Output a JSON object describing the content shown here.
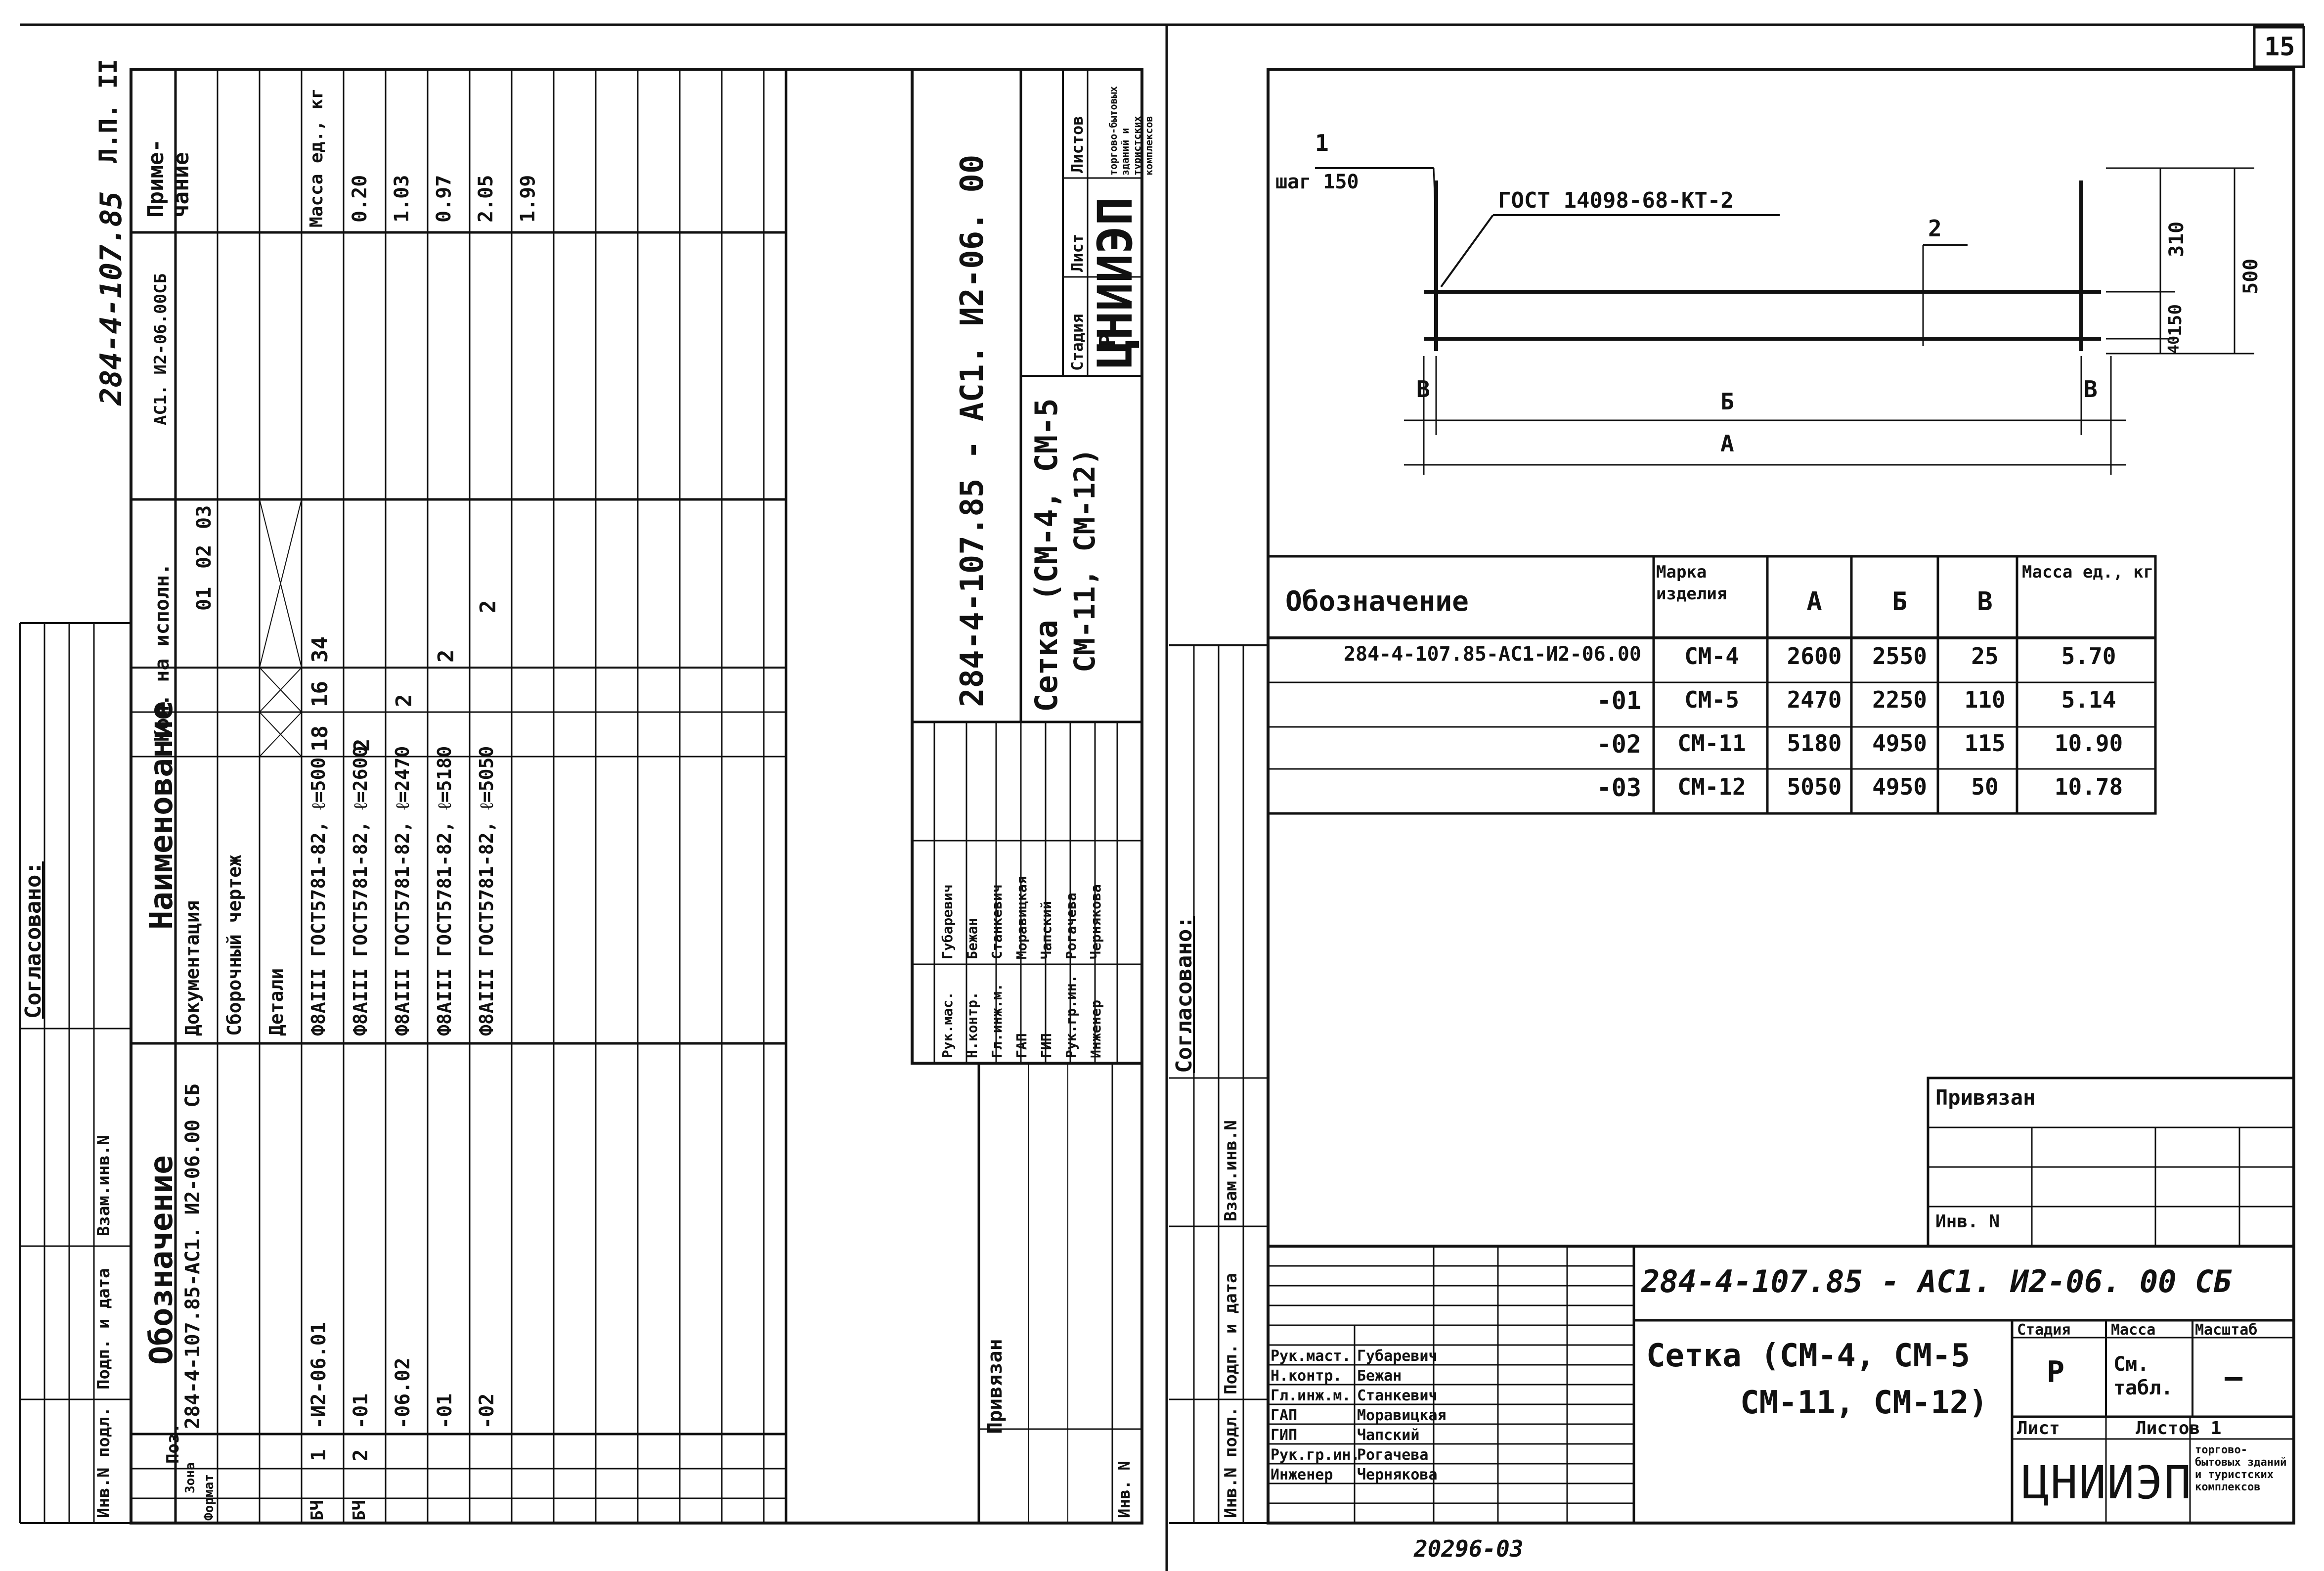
{
  "sheet_number": "15",
  "bottom_number": "20296-03",
  "left_sheet": {
    "doc_code": "284-4-107.85",
    "sheet_label": "Л.П. II",
    "columns": {
      "format": "Формат",
      "zone": "Зона",
      "pos": "Поз.",
      "designation": "Обозначение",
      "name": "Наименование",
      "qty": "Кол. на исполн.",
      "note": "Приме-чание"
    },
    "qty_variants": [
      "01",
      "02",
      "03"
    ],
    "top_designation": "АС1. И2-06.00СБ",
    "mass_header": "Масса ед., кг",
    "rows": [
      {
        "fmt": "",
        "pos": "",
        "designation": "284-4-107.85-АС1. И2-06.00 СБ",
        "name": "Документация",
        "q00": "",
        "q01": "",
        "q02": "",
        "q03": "",
        "mass": "0.20"
      },
      {
        "fmt": "",
        "pos": "",
        "designation": "",
        "name": "Сборочный чертеж",
        "q00": "",
        "q01": "",
        "q02": "",
        "q03": "",
        "mass": "1.03"
      },
      {
        "fmt": "",
        "pos": "",
        "designation": "",
        "name": "Детали",
        "q00": "",
        "q01": "",
        "q02": "",
        "q03": "",
        "mass": "0.97"
      },
      {
        "fmt": "БЧ",
        "pos": "1",
        "designation": "-И2-06.01",
        "name": "Ф8АIII ГОСТ5781-82, ℓ=500",
        "q00": "18",
        "q01": "16",
        "q02": "34",
        "q03": "",
        "mass": "2.05"
      },
      {
        "fmt": "БЧ",
        "pos": "2",
        "designation": "-01",
        "name": "Ф8АIII ГОСТ5781-82, ℓ=2600",
        "q00": "2",
        "q01": "",
        "q02": "",
        "q03": "",
        "mass": "1.99"
      },
      {
        "fmt": "",
        "pos": "",
        "designation": "-06.02",
        "name": "Ф8АIII ГОСТ5781-82, ℓ=2470",
        "q00": "",
        "q01": "2",
        "q02": "",
        "q03": "",
        "mass": ""
      },
      {
        "fmt": "",
        "pos": "",
        "designation": "-01",
        "name": "Ф8АIII ГОСТ5781-82, ℓ=5180",
        "q00": "",
        "q01": "",
        "q02": "2",
        "q03": "",
        "mass": ""
      },
      {
        "fmt": "",
        "pos": "",
        "designation": "-02",
        "name": "Ф8АIII ГОСТ5781-82, ℓ=5050",
        "q00": "",
        "q01": "",
        "q02": "",
        "q03": "2",
        "mass": ""
      }
    ],
    "title_block": {
      "code": "284-4-107.85 - АС1. И2-06. 00",
      "title_line1": "Сетка (СМ-4, СМ-5",
      "title_line2": "СМ-11, СМ-12)",
      "stage_label": "Стадия",
      "sheet_label": "Лист",
      "sheets_label": "Листов",
      "stage_value": "Р",
      "org": "ЦНИИЭП",
      "org_sub": "торгово-бытовых зданий и туристских комплексов",
      "people": [
        {
          "role": "Рук.мас.",
          "name": "Губаревич"
        },
        {
          "role": "Н.контр.",
          "name": "Бежан"
        },
        {
          "role": "Гл.инж.м.",
          "name": "Станкевич"
        },
        {
          "role": "ГАП",
          "name": "Моравицкая"
        },
        {
          "role": "ГИП",
          "name": "Чапский"
        },
        {
          "role": "Рук.гр.ин.",
          "name": "Рогачева"
        },
        {
          "role": "Инженер",
          "name": "Чернякова"
        }
      ],
      "privyazan": "Привязан",
      "inv": "Инв. N"
    },
    "side_stamp": {
      "agreed": "Согласовано:",
      "fields": [
        "Взам.инв.N",
        "Подп. и дата",
        "Инв.N подл."
      ]
    }
  },
  "right_sheet": {
    "drawing": {
      "callout_1": "1",
      "step": "шаг 150",
      "gost": "ГОСТ 14098-68-КТ-2",
      "callout_2": "2",
      "dim_v": "В",
      "dim_b": "Б",
      "dim_a": "А",
      "dim_310": "310",
      "dim_500": "500",
      "dim_40": "40",
      "dim_150": "150"
    },
    "table": {
      "headers": [
        "Обозначение",
        "Марка изделия",
        "А",
        "Б",
        "В",
        "Масса ед., кг"
      ],
      "rows": [
        [
          "284-4-107.85-АС1-И2-06.00",
          "СМ-4",
          "2600",
          "2550",
          "25",
          "5.70"
        ],
        [
          "-01",
          "СМ-5",
          "2470",
          "2250",
          "110",
          "5.14"
        ],
        [
          "-02",
          "СМ-11",
          "5180",
          "4950",
          "115",
          "10.90"
        ],
        [
          "-03",
          "СМ-12",
          "5050",
          "4950",
          "50",
          "10.78"
        ]
      ]
    },
    "title_block": {
      "privyazan": "Привязан",
      "inv": "Инв. N",
      "code": "284-4-107.85 - АС1. И2-06. 00 СБ",
      "title_line1": "Сетка (СМ-4, СМ-5",
      "title_line2": "СМ-11, СМ-12)",
      "stage_label": "Стадия",
      "mass_label": "Масса",
      "scale_label": "Масштаб",
      "stage_value": "Р",
      "mass_value": "См. табл.",
      "scale_value": "—",
      "sheet_label": "Лист",
      "sheets_label": "Листов 1",
      "org": "ЦНИИЭП",
      "org_sub": "торгово-бытовых зданий и туристских комплексов",
      "people": [
        {
          "role": "Рук.маст.",
          "name": "Губаревич"
        },
        {
          "role": "Н.контр.",
          "name": "Бежан"
        },
        {
          "role": "Гл.инж.м.",
          "name": "Станкевич"
        },
        {
          "role": "ГАП",
          "name": "Моравицкая"
        },
        {
          "role": "ГИП",
          "name": "Чапский"
        },
        {
          "role": "Рук.гр.ин.",
          "name": "Рогачева"
        },
        {
          "role": "Инженер",
          "name": "Чернякова"
        }
      ]
    },
    "side_stamp": {
      "agreed": "Согласовано:",
      "fields": [
        "Взам.инв.N",
        "Подп. и дата",
        "Инв.N подл."
      ]
    }
  }
}
